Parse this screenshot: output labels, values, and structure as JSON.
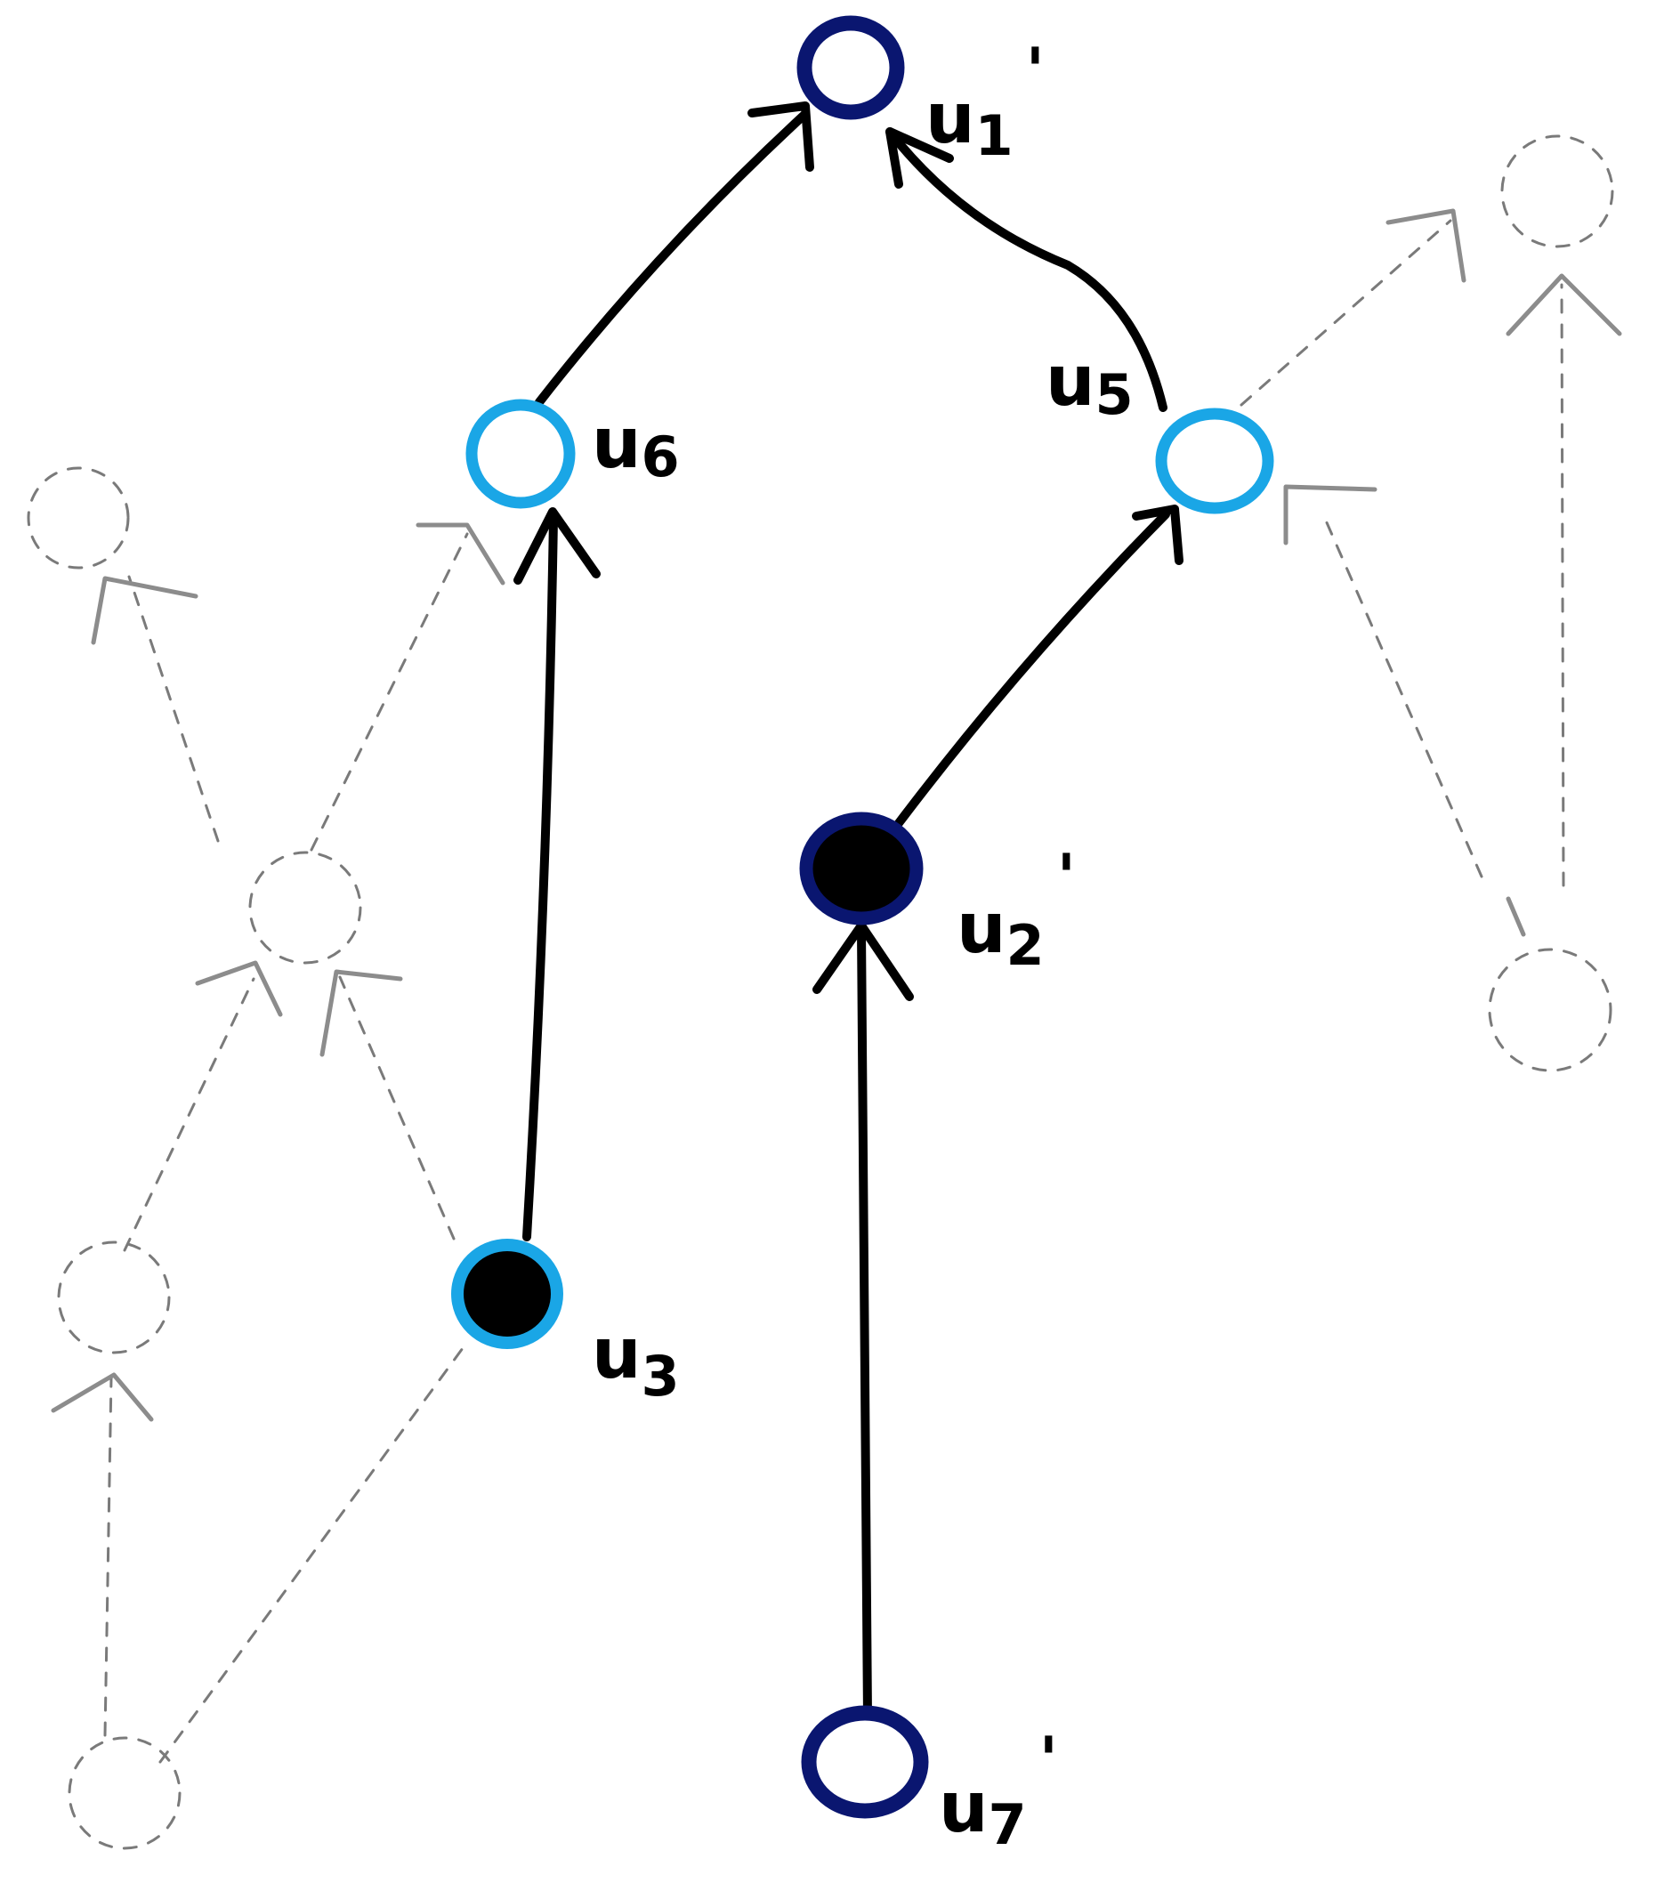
{
  "diagram": {
    "colors": {
      "dark_node": "#0a1670",
      "light_node": "#1aa6e6",
      "solid_edge": "#000000",
      "ghost": "#7a7a7a"
    },
    "nodes": [
      {
        "id": "u1p",
        "name": "u",
        "sub": "1",
        "prime": "'",
        "style": "dark-ring",
        "filled": false
      },
      {
        "id": "u6",
        "name": "u",
        "sub": "6",
        "prime": "",
        "style": "light-ring",
        "filled": false
      },
      {
        "id": "u5",
        "name": "u",
        "sub": "5",
        "prime": "",
        "style": "light-ring",
        "filled": false
      },
      {
        "id": "u2p",
        "name": "u",
        "sub": "2",
        "prime": "'",
        "style": "dark-ring",
        "filled": true
      },
      {
        "id": "u3",
        "name": "u",
        "sub": "3",
        "prime": "",
        "style": "light-ring",
        "filled": true
      },
      {
        "id": "u7p",
        "name": "u",
        "sub": "7",
        "prime": "'",
        "style": "dark-ring",
        "filled": false
      }
    ],
    "edges": [
      {
        "from": "u6",
        "to": "u1p",
        "style": "solid"
      },
      {
        "from": "u5",
        "to": "u1p",
        "style": "solid"
      },
      {
        "from": "u3",
        "to": "u6",
        "style": "solid"
      },
      {
        "from": "u2p",
        "to": "u5",
        "style": "solid"
      },
      {
        "from": "u7p",
        "to": "u2p",
        "style": "solid"
      }
    ],
    "ghost_nodes": 6,
    "ghost_edges": 9
  }
}
